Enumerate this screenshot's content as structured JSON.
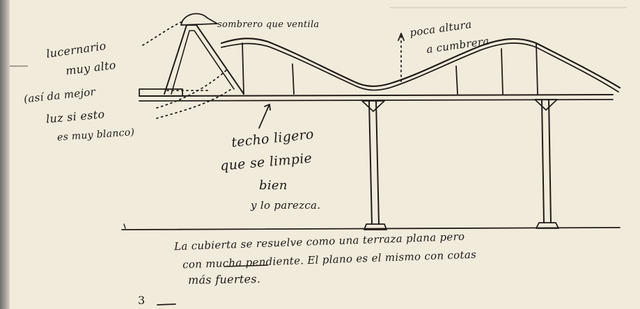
{
  "annotations": {
    "vent": "sombrero que ventila",
    "lucernario_1": "lucernario",
    "lucernario_2": "muy alto",
    "paren_1": "(así da mejor",
    "paren_2": "luz si esto",
    "paren_3": "es muy blanco)",
    "height_1": "poca altura",
    "height_2": "a cumbrera",
    "techo_1": "techo ligero",
    "techo_2": "que se limpie",
    "techo_3": "bien",
    "techo_4": "y lo parezca.",
    "bottom_1": "La cubierta se resuelve como una terraza plana pero",
    "bottom_2": "con mucha pendiente. El plano es el mismo con cotas",
    "bottom_3": "más fuertes.",
    "page_mark": "3"
  }
}
